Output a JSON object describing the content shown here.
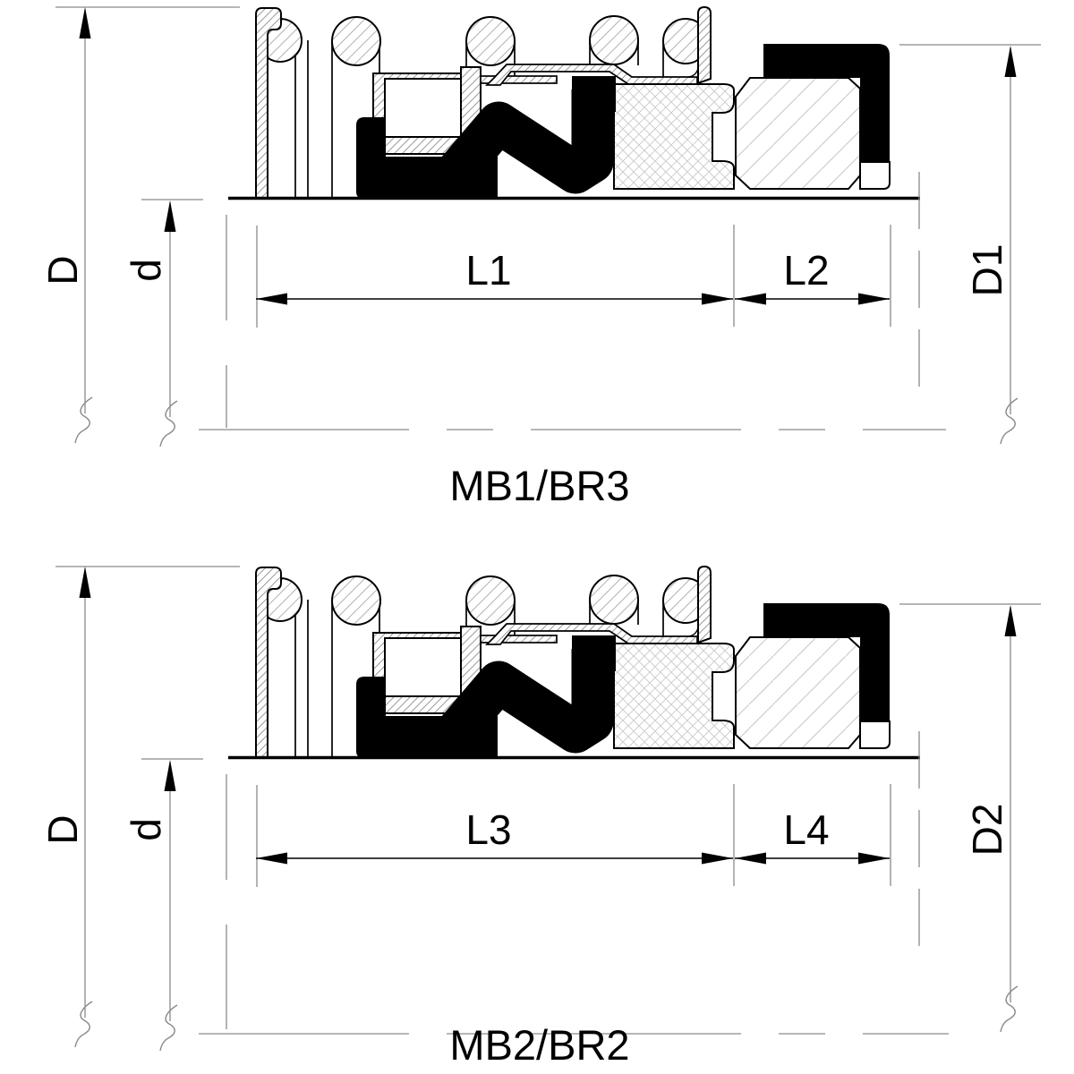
{
  "colors": {
    "ink": "#000000",
    "dimension_lines": "#8a8a8a",
    "hatch": "#9c9c9c",
    "background": "#ffffff"
  },
  "diagrams": [
    {
      "caption": "MB1/BR3",
      "dimensions": {
        "outer_diameter": "D",
        "shaft_diameter": "d",
        "head_length": "L1",
        "seat_length": "L2",
        "seat_diameter": "D1"
      }
    },
    {
      "caption": "MB2/BR2",
      "dimensions": {
        "outer_diameter": "D",
        "shaft_diameter": "d",
        "head_length": "L3",
        "seat_length": "L4",
        "seat_diameter": "D2"
      }
    }
  ]
}
